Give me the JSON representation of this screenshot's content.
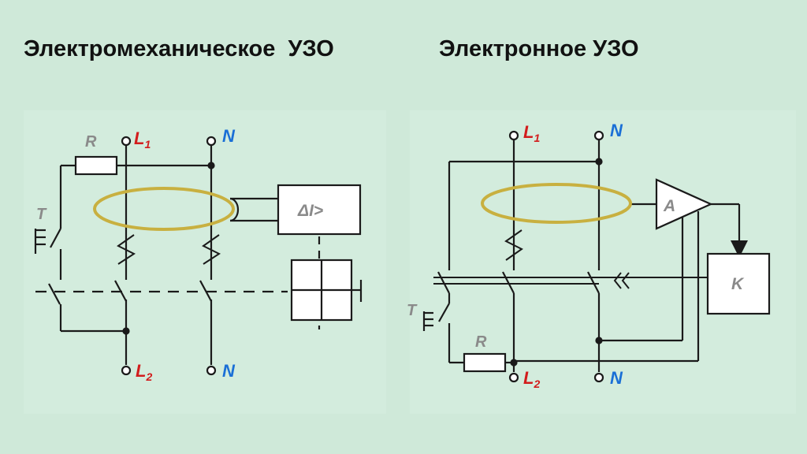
{
  "titles": {
    "left": "Электромеханическое  УЗО",
    "right": "Электронное УЗО"
  },
  "left_diagram": {
    "resistor_label": "R",
    "test_label": "T",
    "l1_main": "L",
    "l1_sub": "1",
    "n_top": "N",
    "l2_main": "L",
    "l2_sub": "2",
    "n_bottom": "N",
    "relay_label": "ΔI>"
  },
  "right_diagram": {
    "resistor_label": "R",
    "test_label": "T",
    "l1_main": "L",
    "l1_sub": "1",
    "n_top": "N",
    "l2_main": "L",
    "l2_sub": "2",
    "n_bottom": "N",
    "amplifier_label": "A",
    "key_label": "K"
  },
  "colors": {
    "wire": "#1a1a1a",
    "toroid": "#c8b040",
    "phase": "#d21d1d",
    "neutral": "#1a6fd6",
    "component_label": "#8a8a8a"
  }
}
